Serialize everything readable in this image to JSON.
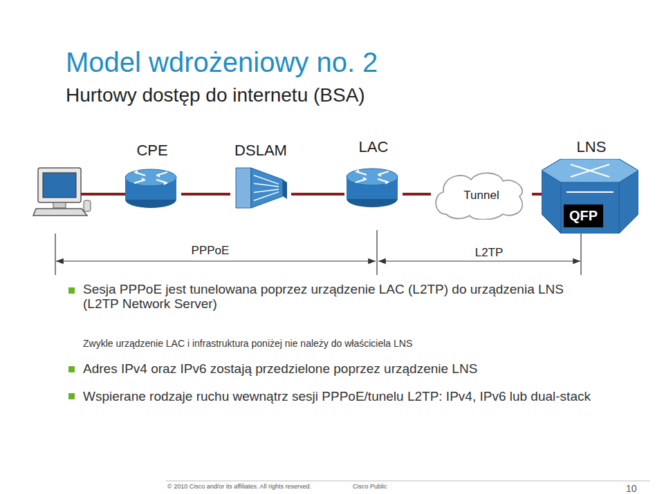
{
  "diagram": {
    "title": "Model wdrożeniowy no. 2",
    "nodes": [
      {
        "text": [
          "CPE"
        ]
      },
      {
        "text": [
          "DSLAM"
        ]
      },
      {
        "text": [
          "LAC"
        ]
      },
      {
        "text": [
          "Tunnel"
        ]
      },
      {
        "text": [
          "LNS",
          "QFP"
        ]
      }
    ],
    "edges": [
      {
        "from": 0,
        "to": 1,
        "arrow": "none"
      },
      {
        "from": 1,
        "to": 2,
        "arrow": "none"
      },
      {
        "from": 2,
        "to": 3,
        "arrow": "none"
      },
      {
        "from": 3,
        "to": 4,
        "arrow": "none"
      }
    ],
    "labels": [
      "Hurtowy dostęp do internetu (BSA)",
      "PPPoE",
      "L2TP",
      "Sesja PPPoE jest tunelowana poprzez urządzenie LAC (L2TP) do urządzenia LNS (L2TP Network Server)",
      "Zwykle urządzenie LAC i infrastruktura poniżej nie należy do właściciela LNS",
      "Adres IPv4 oraz IPv6 zostają przedzielone poprzez urządzenie LNS",
      "Wspierane rodzaje ruchu wewnątrz sesji PPPoE/tunelu L2TP: IPv4, IPv6 lub dual-stack",
      "© 2010 Cisco and/or its affiliates. All rights reserved.",
      "Cisco Public",
      "10"
    ]
  }
}
